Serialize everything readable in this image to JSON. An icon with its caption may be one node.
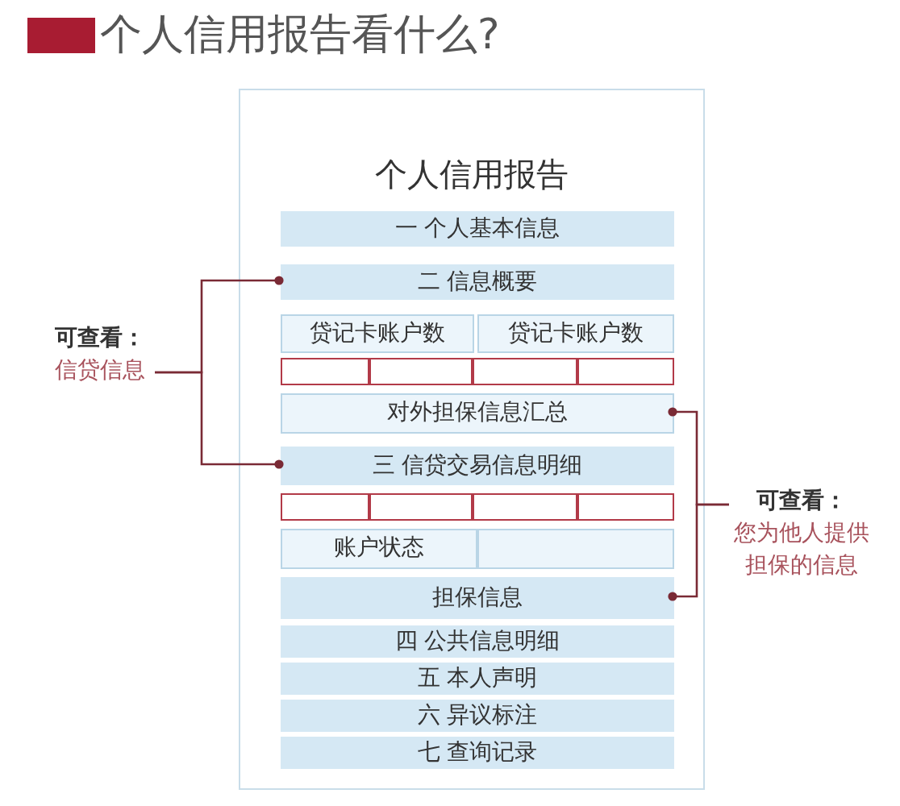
{
  "diagram": {
    "title": "个人信用报告看什么?",
    "nodes": [
      {
        "text": [
          "个人信用报告"
        ]
      },
      {
        "text": [
          "一 个人基本信息"
        ],
        "in": 0
      },
      {
        "text": [
          "二 信息概要"
        ],
        "in": 0
      },
      {
        "text": [
          "贷记卡账户数"
        ],
        "in": 0
      },
      {
        "text": [
          "贷记卡账户数"
        ],
        "in": 0
      },
      {
        "text": [],
        "shape": "box",
        "in": 0
      },
      {
        "text": [],
        "shape": "box",
        "in": 0
      },
      {
        "text": [],
        "shape": "box",
        "in": 0
      },
      {
        "text": [],
        "shape": "box",
        "in": 0
      },
      {
        "text": [
          "对外担保信息汇总"
        ],
        "in": 0
      },
      {
        "text": [
          "三 信贷交易信息明细"
        ],
        "in": 0
      },
      {
        "text": [],
        "shape": "box",
        "in": 0
      },
      {
        "text": [],
        "shape": "box",
        "in": 0
      },
      {
        "text": [],
        "shape": "box",
        "in": 0
      },
      {
        "text": [],
        "shape": "box",
        "in": 0
      },
      {
        "text": [
          "账户状态"
        ],
        "in": 0
      },
      {
        "text": [],
        "shape": "box",
        "in": 0
      },
      {
        "text": [
          "担保信息"
        ],
        "in": 0
      },
      {
        "text": [
          "四 公共信息明细"
        ],
        "in": 0
      },
      {
        "text": [
          "五 本人声明"
        ],
        "in": 0
      },
      {
        "text": [
          "六 异议标注"
        ],
        "in": 0
      },
      {
        "text": [
          "七 查询记录"
        ],
        "in": 0
      },
      {
        "text": [
          "可查看：",
          "信贷信息"
        ]
      },
      {
        "text": [
          "可查看：",
          "您为他人提供担保的信息"
        ]
      }
    ],
    "edges": [
      {
        "from": 22,
        "to": 2,
        "arrow": "other"
      },
      {
        "from": 22,
        "to": 10,
        "arrow": "other"
      },
      {
        "from": 23,
        "to": 9,
        "arrow": "other"
      },
      {
        "from": 23,
        "to": 17,
        "arrow": "other"
      }
    ]
  }
}
